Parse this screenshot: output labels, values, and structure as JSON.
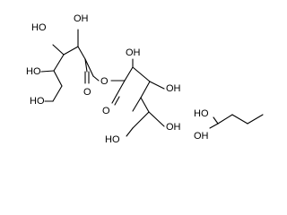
{
  "molecule": {
    "atom_labels": {
      "ho_a": "HO",
      "oh_a": "OH",
      "ho_b": "HO",
      "ho_c": "HO",
      "o_ald_left": "O",
      "o_bridge": "O",
      "oh_b": "OH",
      "oh_c": "OH",
      "o_ald_right": "O",
      "ho_d": "HO",
      "oh_d": "OH",
      "ho_e": "HO",
      "oh_e": "OH"
    }
  }
}
